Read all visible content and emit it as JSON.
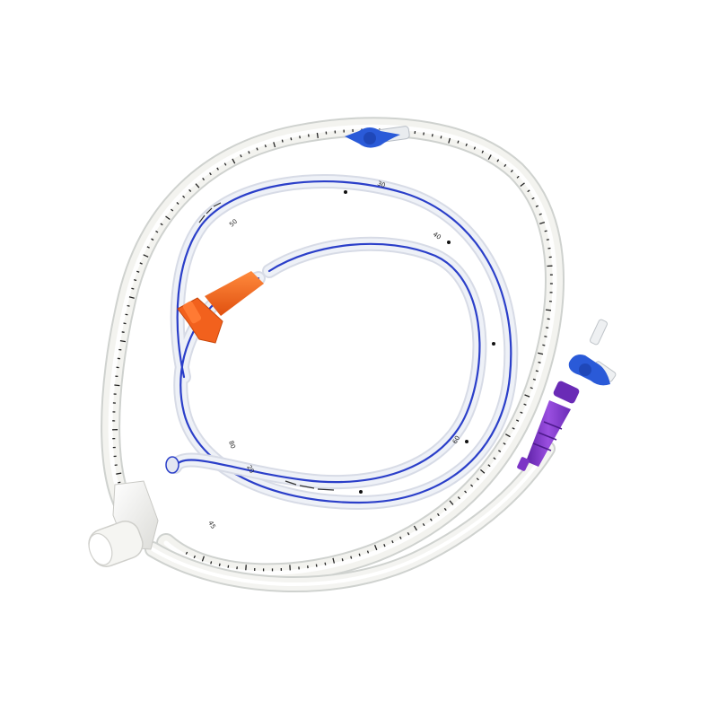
{
  "image": {
    "subject": "coiled-catheter-tubes",
    "background_color": "#ffffff"
  },
  "outer_tube": {
    "color": "#f3f3ef",
    "edge_color": "#cfd2cf",
    "tick_color": "#222222",
    "labels": [
      "45"
    ]
  },
  "inner_tube": {
    "color": "#eef1f7",
    "stripe_color": "#2b3fc9",
    "labels": [
      "50",
      "40",
      "30",
      "20",
      "80",
      "60"
    ]
  },
  "connectors": {
    "orange_funnel_color": "#f2611d",
    "blue_stopcock_color": "#2a5ad8",
    "purple_connector_color": "#7c34c6",
    "white_elbow_color": "#f1f1ee"
  },
  "icons": [
    "stopcock-icon",
    "funnel-connector-icon",
    "luer-connector-icon",
    "elbow-connector-icon"
  ]
}
